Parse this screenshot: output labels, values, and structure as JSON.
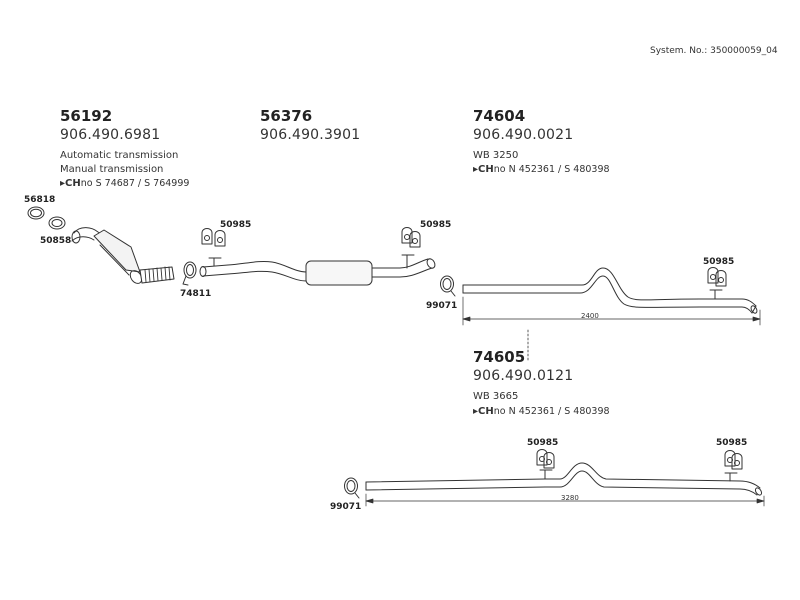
{
  "system_no": "System. No.: 350000059_04",
  "groups": [
    {
      "part": "56192",
      "oem": "906.490.6981",
      "line1": "Automatic transmission",
      "line2": "Manual transmission",
      "chno_marker": "▸CH",
      "chno_suffix": "no",
      "chno_rest": " S 74687 / S 764999"
    },
    {
      "part": "56376",
      "oem": "906.490.3901"
    },
    {
      "part": "74604",
      "oem": "906.490.0021",
      "line1": "WB 3250",
      "chno_marker": "▸CH",
      "chno_suffix": "no",
      "chno_rest": " N 452361 / S 480398"
    },
    {
      "part": "74605",
      "oem": "906.490.0121",
      "line1": "WB 3665",
      "chno_marker": "▸CH",
      "chno_suffix": "no",
      "chno_rest": " N 452361 / S 480398"
    }
  ],
  "labels": {
    "clamp_56818": "56818",
    "gasket_50858": "50858",
    "clamp_74811": "74811",
    "hanger_50985_a": "50985",
    "hanger_50985_b": "50985",
    "hanger_50985_c": "50985",
    "hanger_50985_d": "50985",
    "hanger_50985_e": "50985",
    "clamp_99071_a": "99071",
    "clamp_99071_b": "99071"
  },
  "dimensions": {
    "upper_pipe_length": "2400",
    "lower_pipe_length": "3280"
  }
}
